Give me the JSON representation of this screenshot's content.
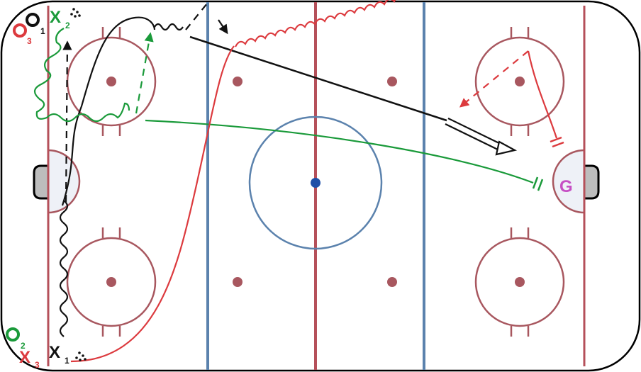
{
  "colors": {
    "board": "#000000",
    "red_line": "#b5505a",
    "blue_line": "#5b82ad",
    "circle": "#a8575f",
    "crease_fill": "#eef1f7",
    "net_fill": "#bdbdbd",
    "team_red": "#dc3a3e",
    "team_green": "#1a9a3a",
    "team_black": "#111111",
    "goalie": "#c64fc4"
  },
  "players": {
    "o1": {
      "symbol": "O",
      "number": "1",
      "color": "team_black"
    },
    "o3_top": {
      "symbol": "O",
      "number": "3",
      "color": "team_red"
    },
    "x2_top": {
      "symbol": "X",
      "number": "2",
      "color": "team_green"
    },
    "o2_bottom": {
      "symbol": "O",
      "number": "2",
      "color": "team_green"
    },
    "x3_bottom": {
      "symbol": "X",
      "number": "3",
      "color": "team_red"
    },
    "x1_bottom": {
      "symbol": "X",
      "number": "1",
      "color": "team_black"
    },
    "goalie": {
      "symbol": "G"
    }
  }
}
